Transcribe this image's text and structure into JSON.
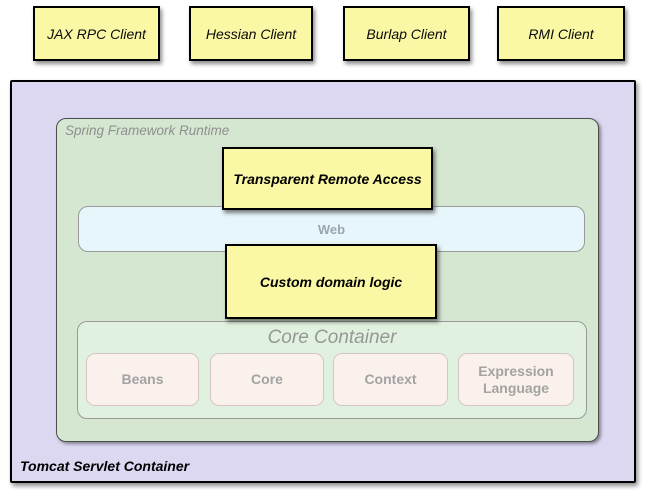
{
  "clients": [
    {
      "label": "JAX RPC Client"
    },
    {
      "label": "Hessian Client"
    },
    {
      "label": "Burlap Client"
    },
    {
      "label": "RMI Client"
    }
  ],
  "tomcat": {
    "label": "Tomcat Servlet Container"
  },
  "runtime": {
    "label": "Spring Framework Runtime",
    "remote_access_label": "Transparent Remote Access",
    "web_label": "Web",
    "domain_logic_label": "Custom domain logic",
    "core_container": {
      "label": "Core Container",
      "modules": [
        "Beans",
        "Core",
        "Context",
        "Expression Language"
      ]
    }
  },
  "colors": {
    "client_fill": "#FAF8A5",
    "tomcat_fill": "#DCD8F1",
    "runtime_fill": "#D5E7D0",
    "web_fill": "#E7F6FB",
    "core_fill": "#E1F1E0",
    "module_fill": "#FAF1EC"
  }
}
